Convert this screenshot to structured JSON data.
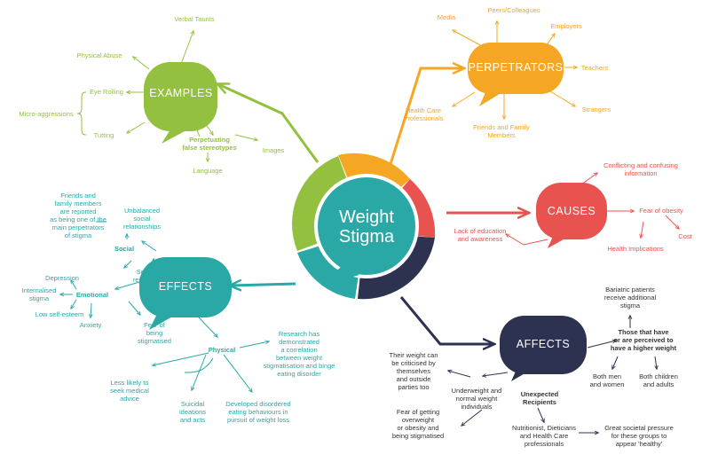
{
  "colors": {
    "green": "#93c13f",
    "orange": "#f5a623",
    "red": "#e8534f",
    "teal": "#2aa8a6",
    "navy": "#2e3251",
    "text_dark": "#333333"
  },
  "center": {
    "title": "Weight\nStigma"
  },
  "examples": {
    "title": "EXAMPLES",
    "verbal": "Verbal Taunts",
    "physical": "Physical Abuse",
    "eye": "Eye Rolling",
    "micro": "Micro-aggressions",
    "tutting": "Tutting",
    "perpetuating": "Perpetuating\nfalse stereotypes",
    "images": "Images",
    "language": "Language"
  },
  "perpetrators": {
    "title": "PERPETRATORS",
    "media": "Media",
    "peers": "Peers/Colleagues",
    "employers": "Employers",
    "teachers": "Teachers",
    "strangers": "Strangers",
    "friends": "Friends and Family\nMembers",
    "hcp": "Health Care\nProfessionals"
  },
  "causes": {
    "title": "CAUSES",
    "conflicting": "Conflicting and confusing\ninformation",
    "fear": "Fear of obesity",
    "cost": "Cost",
    "health": "Health Implications",
    "lack": "Lack of education\nand awareness"
  },
  "effects": {
    "title": "EFFECTS",
    "friends": "Friends and\nfamily members\nare reported\nas being one of the\nmain perpetrators\nof stigma",
    "unbalanced": "Unbalanced\nsocial\nrelationships",
    "social": "Social",
    "rejection": "Social\nrejection",
    "depression": "Depression",
    "internalised": "Internalised\nstigma",
    "emotional": "Emotional",
    "self_esteem": "Low self-esteem",
    "anxiety": "Anxiety",
    "fear_stig": "Fear of\nbeing\nstigmatised",
    "physical": "Physical",
    "research": "Research has\ndemonstrated\na correlation\nbetween weight\nstigmatisation and binge\neating disorder",
    "less_likely": "Less likely to\nseek medical\nadvice",
    "suicidal": "Suicidal\nideations\nand acts",
    "disordered": "Developed disordered\neating behaviours in\npursuit of weight loss"
  },
  "affects": {
    "title": "AFFECTS",
    "bariatric": "Bariatric patients\nreceive additional\nstigma",
    "perceived": "Those that have\nor are perceived to\nhave a higher weight",
    "both_mw": "Both men\nand women",
    "both_ca": "Both children\nand adults",
    "criticised": "Their weight can\nbe criticised by\nthemselves\nand outside\nparties too",
    "underweight": "Underweight and\nnormal weight\nindividuals",
    "unexpected": "Unexpected\nRecipients",
    "fear_over": "Fear of getting\noverweight\nor obesity and\nbeing stigmatised",
    "nutritionist": "Nutritionist, Dieticians\nand Health Care\nprofessionals",
    "pressure": "Great societal pressure\nfor these groups to\nappear 'healthy'"
  }
}
